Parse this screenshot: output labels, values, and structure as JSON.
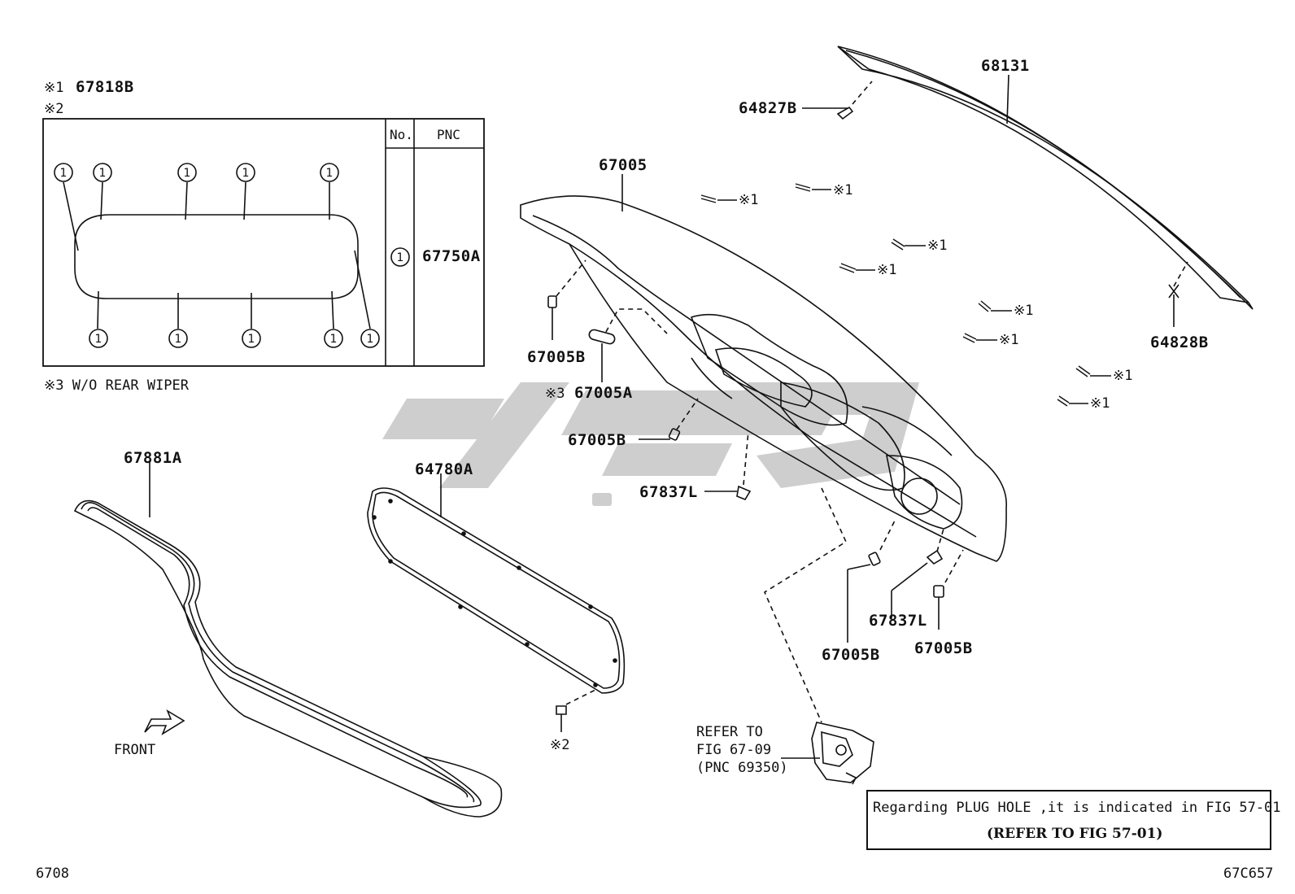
{
  "inset": {
    "note1_mark": "※1",
    "note1_pnc": "67818B",
    "note2_mark": "※2",
    "col_no": "No.",
    "col_pnc": "PNC",
    "row_no": "①",
    "row_pnc": "67750A",
    "clip_symbol": "①",
    "footnote": "※3 W/O REAR WIPER"
  },
  "parts": {
    "p68131": "68131",
    "p64827B": "64827B",
    "p67005": "67005",
    "p64828B": "64828B",
    "p67005B_a": "67005B",
    "p67005A_mark": "※3",
    "p67005A": "67005A",
    "p67005B_b": "67005B",
    "p67837L_a": "67837L",
    "p67881A": "67881A",
    "p64780A": "64780A",
    "p67837L_b": "67837L",
    "p67005B_c": "67005B",
    "p67005B_d": "67005B",
    "clip_ref2": "※2"
  },
  "fastener_marks": [
    "※1",
    "※1",
    "※1",
    "※1",
    "※1",
    "※1",
    "※1",
    "※1"
  ],
  "refer": {
    "line1": "REFER TO",
    "line2": "FIG 67-09",
    "line3": "(PNC 69350)"
  },
  "note": {
    "line1": "Regarding PLUG HOLE ,it is indicated in FIG 57-01",
    "line2": "(REFER TO FIG 57-01)"
  },
  "front_label": "FRONT",
  "footer_left": "6708",
  "footer_right": "67C657"
}
